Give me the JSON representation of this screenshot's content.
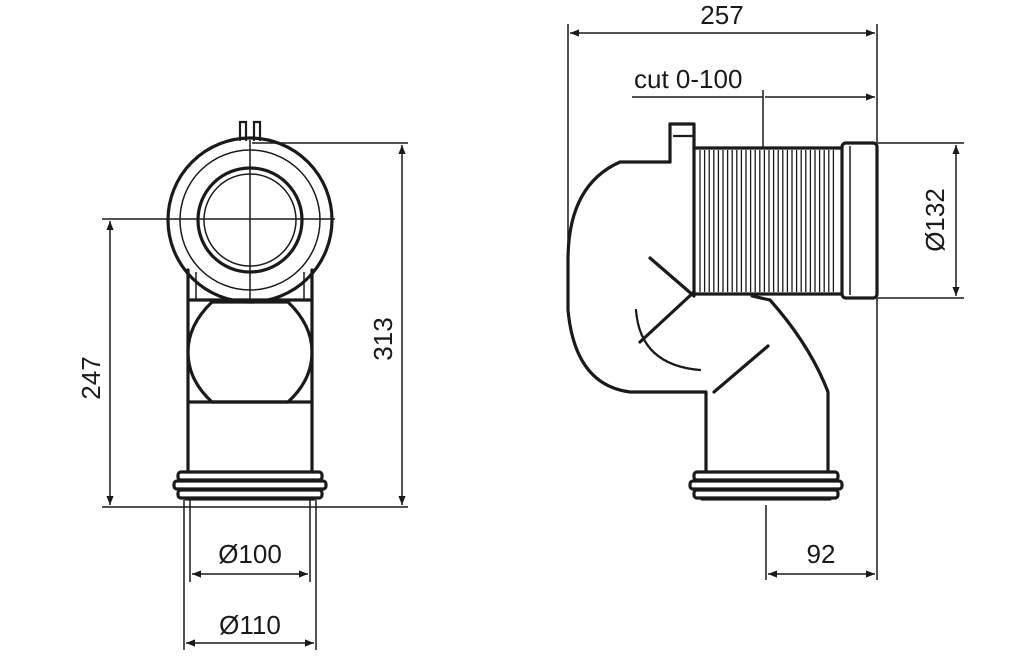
{
  "drawing": {
    "front_view": {
      "dim_height_overall": "313",
      "dim_height_axis": "247",
      "dim_inner_diameter": "Ø100",
      "dim_outer_diameter": "Ø110"
    },
    "side_view": {
      "dim_width_overall": "257",
      "dim_cut_range": "cut 0-100",
      "dim_inlet_diameter": "Ø132",
      "dim_outlet_offset": "92"
    },
    "colors": {
      "line": "#1a1a1a",
      "background": "#ffffff"
    }
  }
}
